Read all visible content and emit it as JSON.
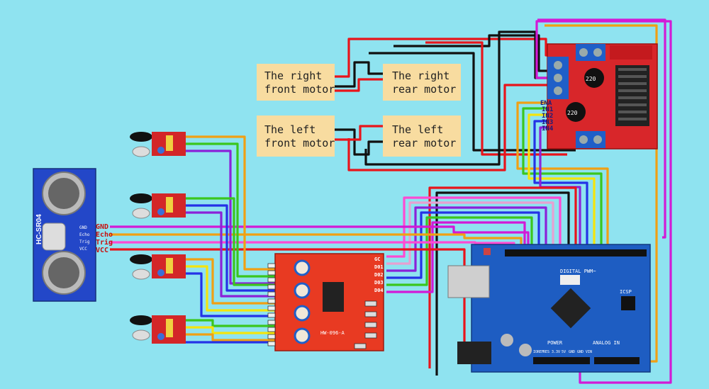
{
  "motors": {
    "right_front": [
      "The right",
      "front motor"
    ],
    "right_rear": [
      "The right",
      "rear motor"
    ],
    "left_front": [
      "The left",
      "front motor"
    ],
    "left_rear": [
      "The left",
      "rear motor"
    ]
  },
  "ultrasonic": {
    "model": "HC-SR04",
    "pins": [
      "GND",
      "Echo",
      "Trig",
      "VCC"
    ],
    "pin_codes": [
      "GND",
      "Echo",
      "Trig",
      "VCC"
    ]
  },
  "driver": {
    "pins": [
      "ENA",
      "IN1",
      "IN2",
      "IN3",
      "IN4"
    ],
    "caps": [
      "220",
      "220"
    ]
  },
  "comparator": {
    "model": "HW-096-A",
    "pins": [
      "GC",
      "D01",
      "D02",
      "D03",
      "D04"
    ]
  },
  "arduino": {
    "digital": "DIGITAL PWM~",
    "analog": "ANALOG IN",
    "power": "POWER",
    "power_pins": [
      "IOREF",
      "RES",
      "3.3V",
      "5V",
      "GND",
      "GND",
      "VIN"
    ],
    "icsp": "ICSP"
  },
  "colors": {
    "background": "#8fe3f0",
    "red": "#e8141b",
    "black": "#111111",
    "magenta": "#d21ad6",
    "orange": "#f0a014",
    "yellow": "#f4e40c",
    "green": "#3ac61e",
    "blue": "#2432e6",
    "purple": "#8a22d8",
    "pink": "#ff4ad2"
  }
}
